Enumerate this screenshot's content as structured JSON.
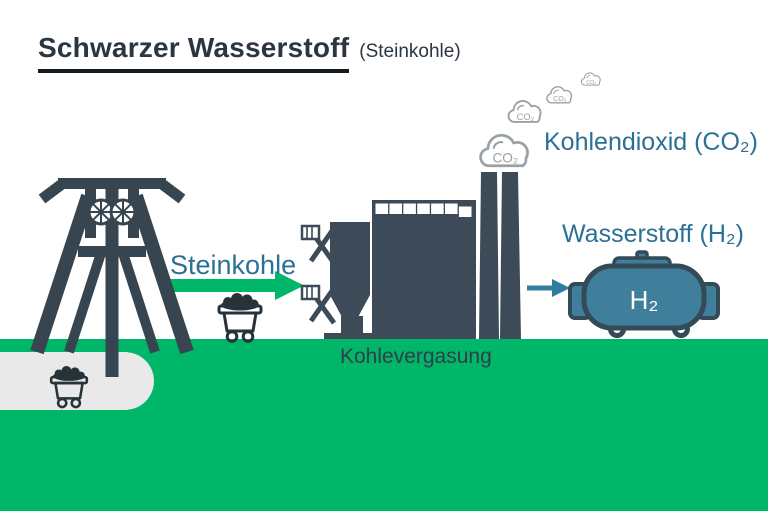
{
  "title": {
    "main": "Schwarzer Wasserstoff",
    "qualifier": "(Steinkohle)"
  },
  "labels": {
    "coal": "Steinkohle",
    "plant": "Kohlevergasung",
    "co2": "Kohlendioxid (CO₂)",
    "hydrogen": "Wasserstoff (H₂)",
    "tank": "H₂",
    "cloud": "CO₂"
  },
  "colors": {
    "ground_green": "#00b669",
    "silhouette_slate": "#3c4b57",
    "headframe_slate": "#36454f",
    "title_dark": "#2b3640",
    "text_teal": "#2b7095",
    "tank_fill": "#3f7f9b",
    "tank_stroke": "#344a56",
    "cloud_gray": "#9aa1a6",
    "tunnel_gray": "#e9e9e9",
    "arrow_blue": "#2e7d9e"
  }
}
